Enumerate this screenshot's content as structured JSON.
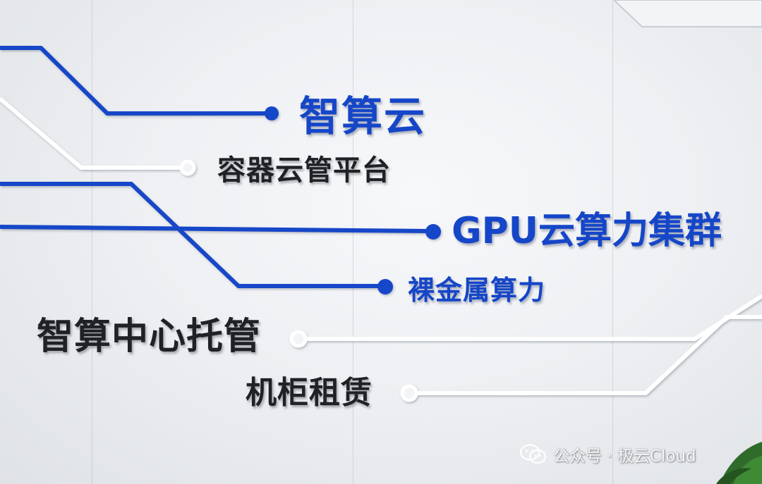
{
  "wall": {
    "labels": [
      {
        "text": "智算云",
        "tone": "blue"
      },
      {
        "text": "容器云管平台",
        "tone": "dark"
      },
      {
        "text": "GPU云算力集群",
        "tone": "blue"
      },
      {
        "text": "裸金属算力",
        "tone": "blue"
      },
      {
        "text": "智算中心托管",
        "tone": "dark"
      },
      {
        "text": "机柜租赁",
        "tone": "dark"
      }
    ]
  },
  "watermark": {
    "icon": "wechat-icon",
    "text": "公众号 · 极云Cloud"
  },
  "colors": {
    "accent_blue": "#1546c8",
    "dark_text": "#1f2125",
    "wall": "#eef0f3",
    "trace_white": "#ffffff"
  }
}
